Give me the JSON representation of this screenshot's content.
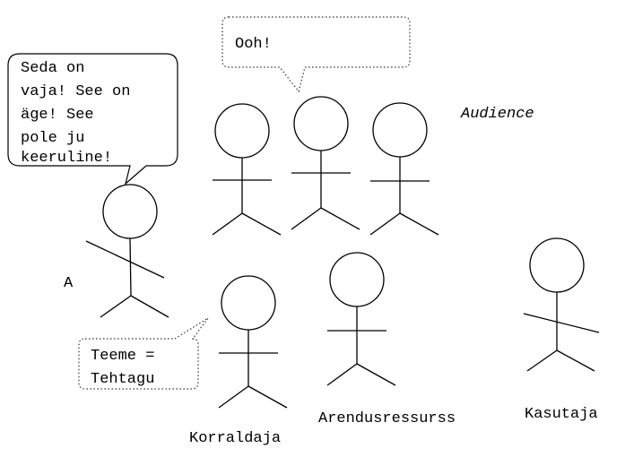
{
  "speech_bubble_main": {
    "lines": [
      "Seda on",
      "vaja! See on",
      "äge! See",
      "pole ju",
      "keeruline!"
    ]
  },
  "thought_bubble_audience": {
    "lines": [
      "Ooh!"
    ]
  },
  "thought_bubble_korraldaja": {
    "lines": [
      "Teeme =",
      "Tehtagu"
    ]
  },
  "labels": {
    "audience": "Audience",
    "a": "A",
    "korraldaja": "Korraldaja",
    "arendusressurss": "Arendusressurss",
    "kasutaja": "Kasutaja"
  }
}
